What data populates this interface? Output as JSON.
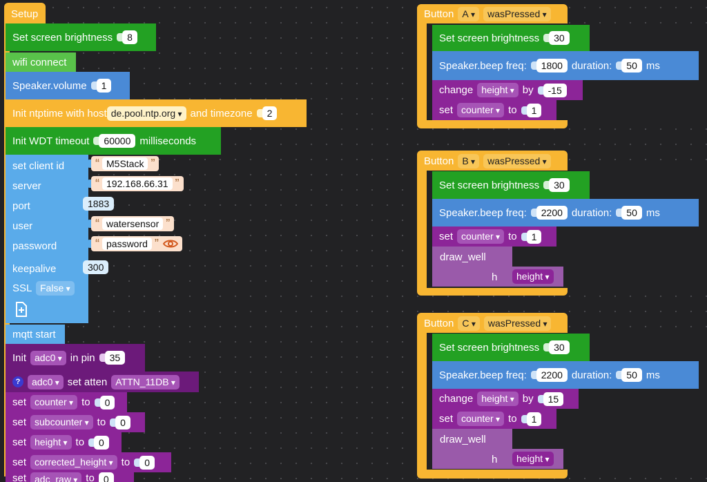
{
  "setup": {
    "hat": "Setup",
    "brightness": {
      "label": "Set screen brightness",
      "value": "8"
    },
    "wifi": "wifi connect",
    "speaker": {
      "label": "Speaker.volume",
      "value": "1"
    },
    "ntp": {
      "label1": "Init ntptime with host",
      "host": "de.pool.ntp.org",
      "label2": "and timezone",
      "tz": "2"
    },
    "wdt": {
      "label1": "Init WDT timeout",
      "value": "60000",
      "label2": "milliseconds"
    },
    "mqtt": {
      "client_label": "set client id",
      "client": "M5Stack",
      "server_label": "server",
      "server": "192.168.66.31",
      "port_label": "port",
      "port": "1883",
      "user_label": "user",
      "user": "watersensor",
      "password_label": "password",
      "password": "password",
      "keepalive_label": "keepalive",
      "keepalive": "300",
      "ssl_label": "SSL",
      "ssl": "False"
    },
    "mqtt_start": "mqtt start",
    "adc_init": {
      "label1": "Init",
      "adc": "adc0",
      "label2": "in pin",
      "pin": "35"
    },
    "adc_atten": {
      "adc": "adc0",
      "label": "set atten",
      "atten": "ATTN_11DB"
    },
    "vars": [
      {
        "set": "set",
        "name": "counter",
        "to": "to",
        "value": "0"
      },
      {
        "set": "set",
        "name": "subcounter",
        "to": "to",
        "value": "0"
      },
      {
        "set": "set",
        "name": "height",
        "to": "to",
        "value": "0"
      },
      {
        "set": "set",
        "name": "corrected_height",
        "to": "to",
        "value": "0"
      },
      {
        "set": "set",
        "name": "adc_raw",
        "to": "to",
        "value": "0"
      }
    ]
  },
  "buttons": [
    {
      "label": "Button",
      "key": "A",
      "event": "wasPressed",
      "brightness_label": "Set screen brightness",
      "brightness": "30",
      "beep_label": "Speaker.beep freq:",
      "freq": "1800",
      "dur_label": "duration:",
      "duration": "50",
      "ms": "ms",
      "change_label": "change",
      "change_var": "height",
      "by": "by",
      "change_value": "-15",
      "set_label": "set",
      "set_var": "counter",
      "to": "to",
      "set_value": "1"
    },
    {
      "label": "Button",
      "key": "B",
      "event": "wasPressed",
      "brightness_label": "Set screen brightness",
      "brightness": "30",
      "beep_label": "Speaker.beep freq:",
      "freq": "2200",
      "dur_label": "duration:",
      "duration": "50",
      "ms": "ms",
      "set_label": "set",
      "set_var": "counter",
      "to": "to",
      "set_value": "1",
      "func": "draw_well",
      "arg": "h",
      "arg_var": "height"
    },
    {
      "label": "Button",
      "key": "C",
      "event": "wasPressed",
      "brightness_label": "Set screen brightness",
      "brightness": "30",
      "beep_label": "Speaker.beep freq:",
      "freq": "2200",
      "dur_label": "duration:",
      "duration": "50",
      "ms": "ms",
      "change_label": "change",
      "change_var": "height",
      "by": "by",
      "change_value": "15",
      "set_label": "set",
      "set_var": "counter",
      "to": "to",
      "set_value": "1",
      "func": "draw_well",
      "arg": "h",
      "arg_var": "height"
    }
  ]
}
